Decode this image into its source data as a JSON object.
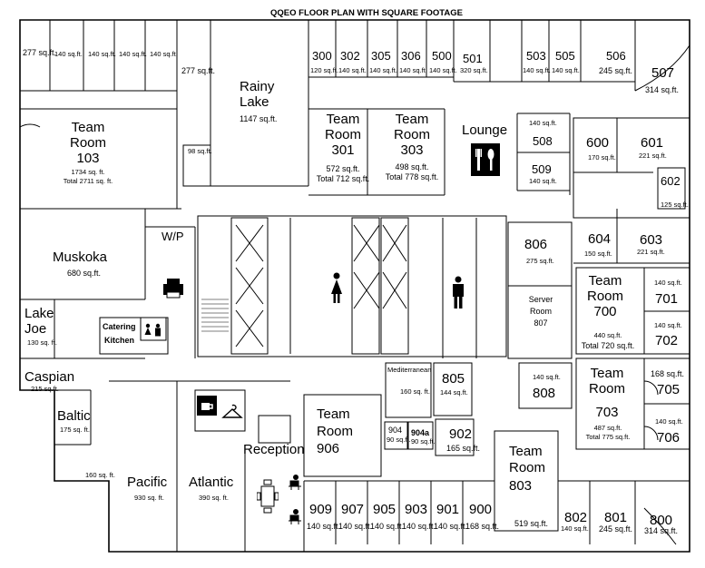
{
  "title": "QQEO FLOOR PLAN WITH SQUARE FOOTAGE",
  "rooms": {
    "r277a": {
      "name": "",
      "area": "277 sq.ft."
    },
    "r140a": {
      "area": "140 sq.ft."
    },
    "r140b": {
      "area": "140 sq.ft."
    },
    "r140c": {
      "area": "140 sq.ft."
    },
    "r140d": {
      "area": "140 sq.ft."
    },
    "r277b": {
      "area": "277 sq.ft."
    },
    "rainy": {
      "name1": "Rainy",
      "name2": "Lake",
      "area": "1147 sq.ft."
    },
    "r98": {
      "area": "98 sq.ft."
    },
    "tr103": {
      "name1": "Team",
      "name2": "Room",
      "name3": "103",
      "area": "1734 sq. ft.",
      "total": "Total 2711 sq. ft."
    },
    "r300": {
      "name": "300",
      "area": "120 sq.ft."
    },
    "r302": {
      "name": "302",
      "area": "140 sq.ft."
    },
    "r305": {
      "name": "305",
      "area": "140 sq.ft."
    },
    "r306": {
      "name": "306",
      "area": "140 sq.ft."
    },
    "r500": {
      "name": "500",
      "area": "140 sq.ft."
    },
    "r501": {
      "name": "501",
      "area": "320 sq.ft."
    },
    "r503": {
      "name": "503",
      "area": "140 sq.ft."
    },
    "r505": {
      "name": "505",
      "area": "140 sq.ft."
    },
    "r506": {
      "name": "506",
      "area": "245 sq.ft."
    },
    "r507": {
      "name": "507",
      "area": "314 sq.ft."
    },
    "tr301": {
      "name1": "Team",
      "name2": "Room",
      "name3": "301",
      "area": "572 sq.ft.",
      "total": "Total 712 sq.ft."
    },
    "tr303": {
      "name1": "Team",
      "name2": "Room",
      "name3": "303",
      "area": "498 sq.ft.",
      "total": "Total 778 sq.ft."
    },
    "lounge": {
      "name": "Lounge"
    },
    "r508": {
      "name": "508",
      "area": "140 sq.ft."
    },
    "r509": {
      "name": "509",
      "area": "140 sq.ft."
    },
    "r600": {
      "name": "600",
      "area": "170 sq.ft."
    },
    "r601": {
      "name": "601",
      "area": "221 sq.ft."
    },
    "r602": {
      "name": "602",
      "area": "125 sq.ft."
    },
    "r604": {
      "name": "604",
      "area": "150 sq.ft."
    },
    "r603": {
      "name": "603",
      "area": "221 sq.ft."
    },
    "wp": {
      "name": "W/P"
    },
    "muskoka": {
      "name": "Muskoka",
      "area": "680 sq.ft."
    },
    "r806": {
      "name": "806",
      "area": "275 sq.ft."
    },
    "server": {
      "name1": "Server",
      "name2": "Room",
      "name3": "807"
    },
    "tr700": {
      "name1": "Team",
      "name2": "Room",
      "name3": "700",
      "area": "440 sq.ft.",
      "total": "Total 720 sq.ft."
    },
    "r701": {
      "name": "701",
      "area": "140 sq.ft."
    },
    "r702": {
      "name": "702",
      "area": "140 sq.ft."
    },
    "lakejoe": {
      "name1": "Lake",
      "name2": "Joe",
      "area": "130 sq. ft."
    },
    "catering": {
      "name1": "Catering",
      "name2": "Kitchen"
    },
    "caspian": {
      "name": "Caspian",
      "area": "215 sq.ft."
    },
    "mediterranean": {
      "name": "Mediterranean",
      "area": "160 sq. ft."
    },
    "r805": {
      "name": "805",
      "area": "144 sq.ft."
    },
    "r808": {
      "name": "808",
      "area": "140 sq.ft."
    },
    "tr703": {
      "name1": "Team",
      "name2": "Room",
      "name3": "703",
      "area": "487 sq.ft.",
      "total": "Total 775 sq.ft."
    },
    "r705": {
      "name": "705",
      "area": "168 sq.ft."
    },
    "r706": {
      "name": "706",
      "area": "140 sq.ft."
    },
    "baltic": {
      "name": "Baltic",
      "area": "175 sq. ft."
    },
    "r160": {
      "area": "160 sq. ft."
    },
    "tr906": {
      "name1": "Team",
      "name2": "Room",
      "name3": "906"
    },
    "r904": {
      "name": "904",
      "area": "90 sq.ft."
    },
    "r904a": {
      "name": "904a",
      "area": "90 sq.ft."
    },
    "r902": {
      "name": "902",
      "area": "165 sq.ft."
    },
    "reception": {
      "name": "Reception"
    },
    "tr803": {
      "name1": "Team",
      "name2": "Room",
      "name3": "803",
      "area": "519 sq.ft."
    },
    "pacific": {
      "name": "Pacific",
      "area": "930 sq. ft."
    },
    "atlantic": {
      "name": "Atlantic",
      "area": "390 sq. ft."
    },
    "r909": {
      "name": "909",
      "area": "140 sq.ft."
    },
    "r907": {
      "name": "907",
      "area": "140 sq.ft."
    },
    "r905": {
      "name": "905",
      "area": "140 sq.ft."
    },
    "r903": {
      "name": "903",
      "area": "140 sq.ft."
    },
    "r901": {
      "name": "901",
      "area": "140 sq.ft."
    },
    "r900": {
      "name": "900",
      "area": "168 sq.ft."
    },
    "r802": {
      "name": "802",
      "area": "140 sq.ft."
    },
    "r801": {
      "name": "801",
      "area": "245 sq.ft."
    },
    "r800": {
      "name": "800",
      "area": "314 sq.ft."
    }
  },
  "icons": [
    "women-restroom-icon",
    "men-restroom-icon",
    "cutlery-icon",
    "printer-icon",
    "restroom-icon",
    "coat-hanger-icon",
    "coffee-icon",
    "desk-chair-icon"
  ]
}
